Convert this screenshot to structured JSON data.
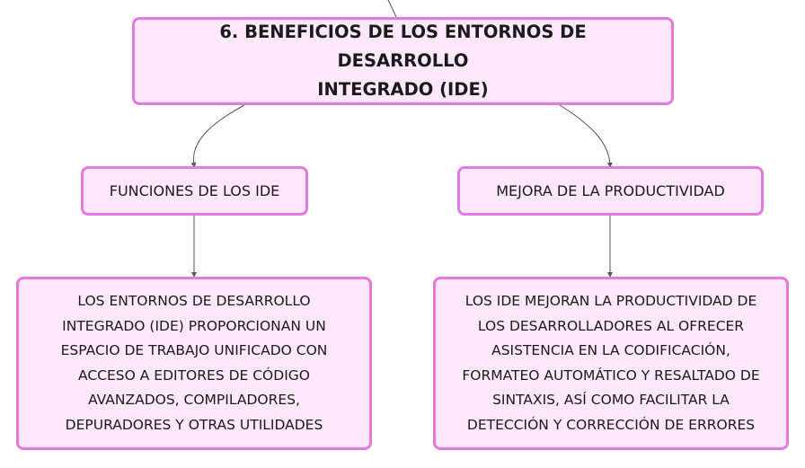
{
  "diagram": {
    "root": {
      "title_line1": "6. BENEFICIOS DE LOS ENTORNOS DE DESARROLLO",
      "title_line2": "INTEGRADO (IDE)"
    },
    "branches": [
      {
        "label": "FUNCIONES DE LOS IDE",
        "detail_lines": [
          "LOS ENTORNOS DE DESARROLLO",
          "INTEGRADO (IDE) PROPORCIONAN UN",
          "ESPACIO DE TRABAJO UNIFICADO CON",
          "ACCESO A EDITORES DE CÓDIGO",
          "AVANZADOS, COMPILADORES,",
          "DEPURADORES Y OTRAS UTILIDADES"
        ]
      },
      {
        "label": "MEJORA DE LA PRODUCTIVIDAD",
        "detail_lines": [
          "LOS IDE MEJORAN LA PRODUCTIVIDAD DE",
          "LOS DESARROLLADORES AL OFRECER",
          "ASISTENCIA EN LA CODIFICACIÓN,",
          "FORMATEO AUTOMÁTICO Y RESALTADO DE",
          "SINTAXIS, ASÍ COMO FACILITAR LA",
          "DETECCIÓN Y CORRECCIÓN DE ERRORES"
        ]
      }
    ]
  },
  "colors": {
    "node_fill": "#fde8fb",
    "node_border": "#e27ae2",
    "connector": "#555555"
  }
}
